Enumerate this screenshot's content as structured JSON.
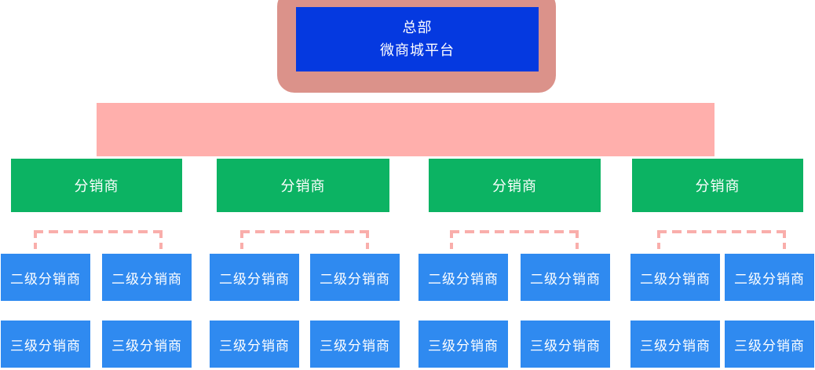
{
  "diagram": {
    "root": {
      "line1": "总部",
      "line2": "微商城平台"
    },
    "level1": [
      "分销商",
      "分销商",
      "分销商",
      "分销商"
    ],
    "level2": [
      "二级分销商",
      "二级分销商",
      "二级分销商",
      "二级分销商",
      "二级分销商",
      "二级分销商",
      "二级分销商",
      "二级分销商"
    ],
    "level3": [
      "三级分销商",
      "三级分销商",
      "三级分销商",
      "三级分销商",
      "三级分销商",
      "三级分销商",
      "三级分销商",
      "三级分销商"
    ]
  },
  "colors": {
    "root_fill": "#0539e0",
    "root_frame": "#db928a",
    "trunk": "#ffafac",
    "connector": "#f9aeab",
    "level1_fill": "#0cb363",
    "child_fill": "#2f8af0",
    "text": "#ffffff"
  }
}
